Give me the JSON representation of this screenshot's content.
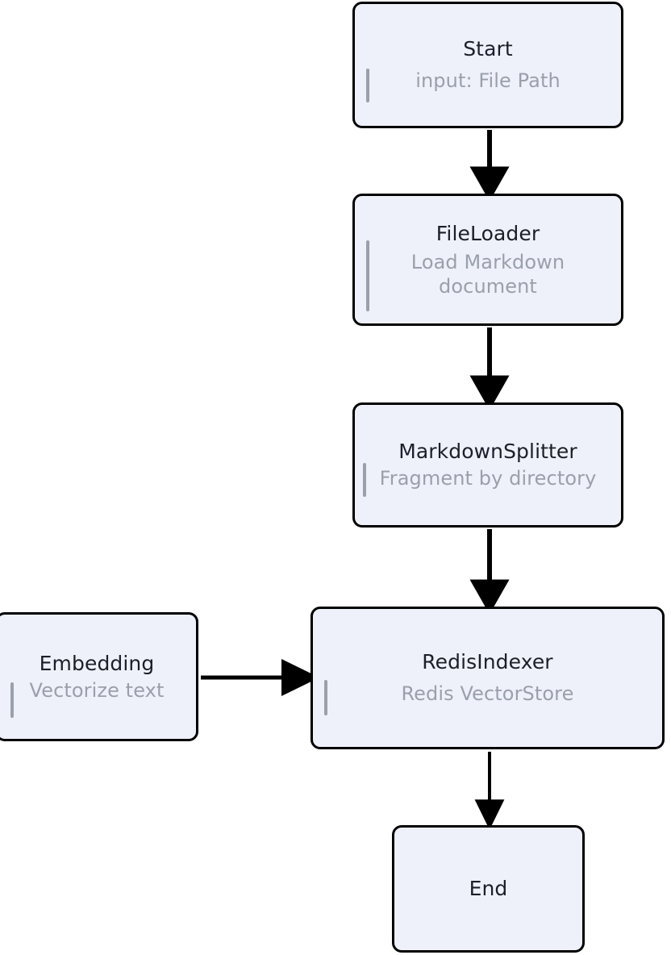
{
  "diagram": {
    "type": "flowchart",
    "orientation": "top-to-bottom",
    "background_color": "#ffffff",
    "node_fill_color": "#eef1f9",
    "node_border_color": "#000000",
    "title_color": "#1b1f2a",
    "subtitle_color": "#9aa0ab",
    "edge_color": "#000000",
    "nodes": [
      {
        "id": "start",
        "title": "Start",
        "subtitle": "input: File Path"
      },
      {
        "id": "fileloader",
        "title": "FileLoader",
        "subtitle": "Load Markdown document"
      },
      {
        "id": "splitter",
        "title": "MarkdownSplitter",
        "subtitle": "Fragment by directory"
      },
      {
        "id": "redis",
        "title": "RedisIndexer",
        "subtitle": "Redis VectorStore"
      },
      {
        "id": "embedding",
        "title": "Embedding",
        "subtitle": "Vectorize text"
      },
      {
        "id": "end",
        "title": "End",
        "subtitle": ""
      }
    ],
    "edges": [
      {
        "from": "start",
        "to": "fileloader",
        "direction": "down"
      },
      {
        "from": "fileloader",
        "to": "splitter",
        "direction": "down"
      },
      {
        "from": "splitter",
        "to": "redis",
        "direction": "down"
      },
      {
        "from": "embedding",
        "to": "redis",
        "direction": "right"
      },
      {
        "from": "redis",
        "to": "end",
        "direction": "down"
      }
    ]
  }
}
